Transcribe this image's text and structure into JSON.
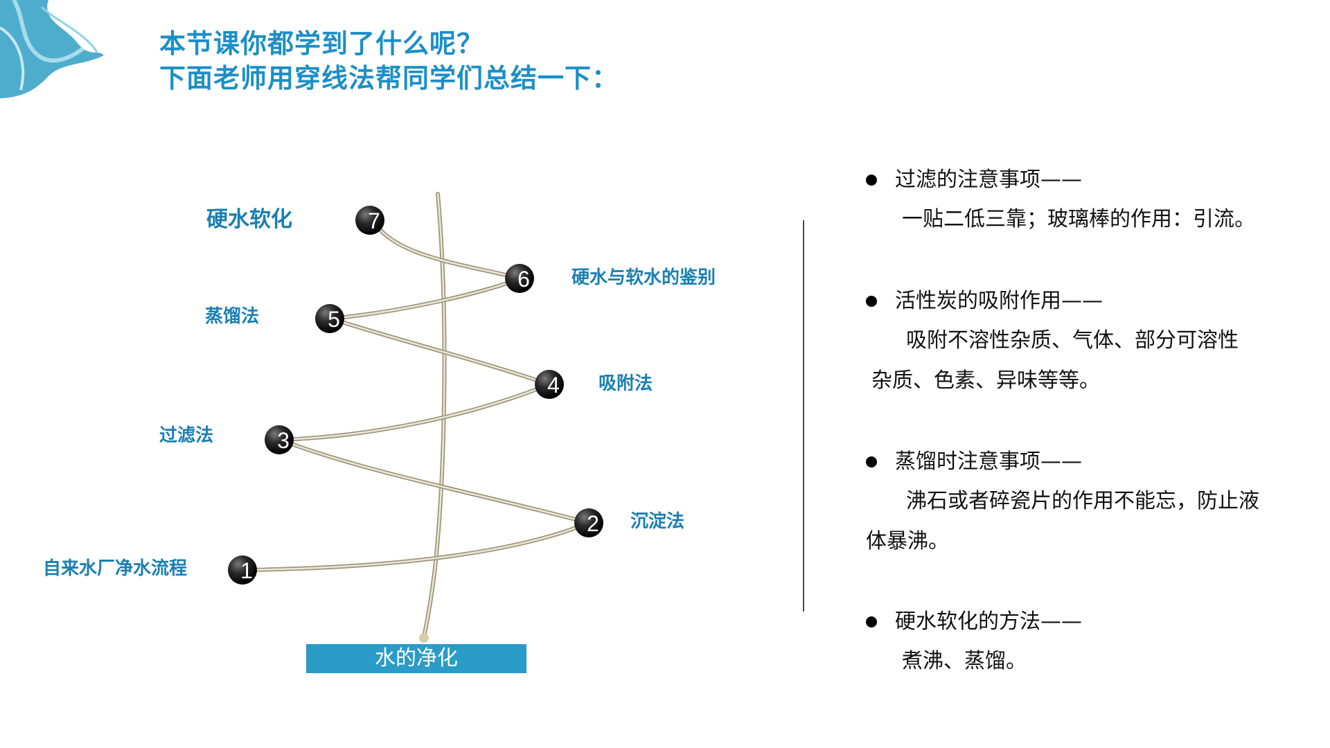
{
  "title": {
    "line1": "本节课你都学到了什么呢？",
    "line2": "下面老师用穿线法帮同学们总结一下："
  },
  "diagram": {
    "base_label": "水的净化",
    "nodes": [
      {
        "num": "1",
        "label": "自来水厂净水流程"
      },
      {
        "num": "2",
        "label": "沉淀法"
      },
      {
        "num": "3",
        "label": "过滤法"
      },
      {
        "num": "4",
        "label": "吸附法"
      },
      {
        "num": "5",
        "label": "蒸馏法"
      },
      {
        "num": "6",
        "label": "硬水与软水的鉴别"
      },
      {
        "num": "7",
        "label": "硬水软化"
      }
    ]
  },
  "notes": [
    {
      "title": "过滤的注意事项——",
      "lines": [
        "一贴二低三靠；玻璃棒的作用：引流。"
      ]
    },
    {
      "title": "活性炭的吸附作用——",
      "lines": [
        "吸附不溶性杂质、气体、部分可溶性",
        "杂质、色素、异味等等。"
      ]
    },
    {
      "title": "蒸馏时注意事项——",
      "lines": [
        "沸石或者碎瓷片的作用不能忘，防止液",
        "体暴沸。"
      ]
    },
    {
      "title": "硬水软化的方法——",
      "lines": [
        "煮沸、蒸馏。"
      ]
    }
  ],
  "colors": {
    "title": "#1b8fc7",
    "label": "#1a7fb2",
    "base_box": "#2b9bc7",
    "thread": "#cfcab2",
    "bead": "#222222"
  }
}
